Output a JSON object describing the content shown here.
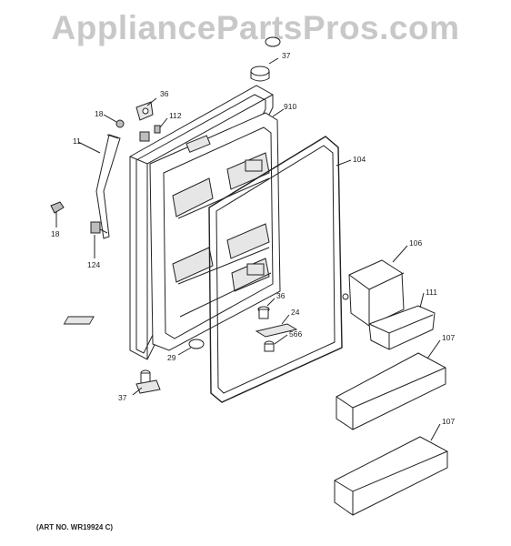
{
  "watermark": "AppliancePartsPros.com",
  "art_number": "(ART NO. WR19924 C)",
  "callouts": {
    "c11": "11",
    "c18a": "18",
    "c18b": "18",
    "c124": "124",
    "c36a": "36",
    "c112": "112",
    "c37a": "37",
    "c910": "910",
    "c104": "104",
    "c36b": "36",
    "c24": "24",
    "c566": "566",
    "c29": "29",
    "c37b": "37",
    "c106": "106",
    "c111": "111",
    "c107a": "107",
    "c107b": "107"
  }
}
